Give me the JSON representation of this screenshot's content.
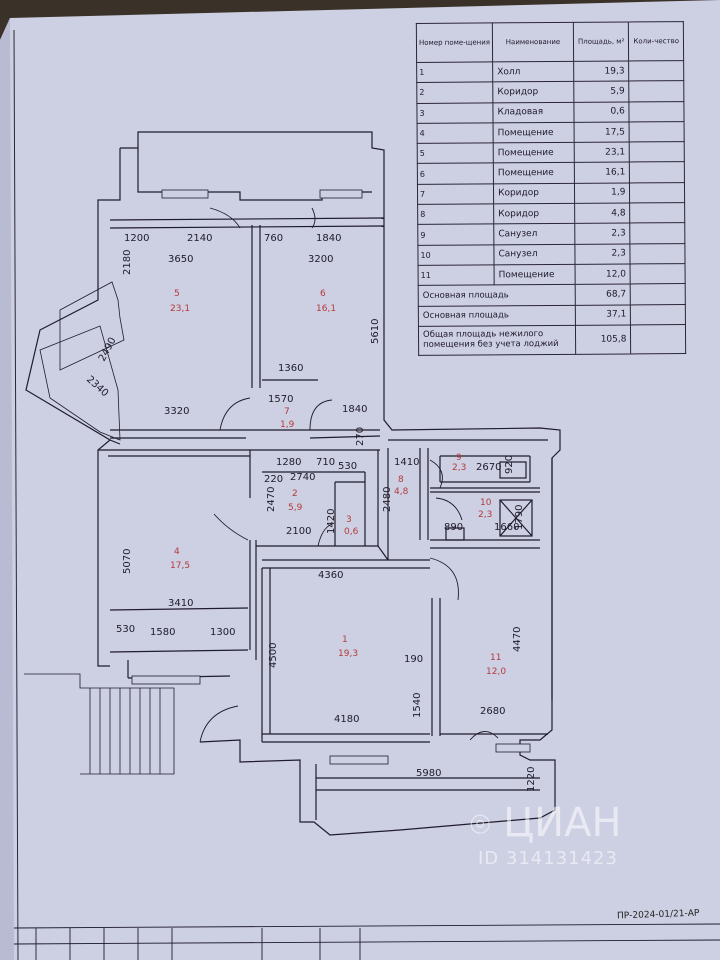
{
  "table": {
    "headers": {
      "number": "Номер поме-щения",
      "name": "Наименование",
      "area": "Площадь, м²",
      "count": "Коли-чество"
    },
    "rows": [
      {
        "num": "1",
        "name": "Холл",
        "area": "19,3"
      },
      {
        "num": "2",
        "name": "Коридор",
        "area": "5,9"
      },
      {
        "num": "3",
        "name": "Кладовая",
        "area": "0,6"
      },
      {
        "num": "4",
        "name": "Помещение",
        "area": "17,5"
      },
      {
        "num": "5",
        "name": "Помещение",
        "area": "23,1"
      },
      {
        "num": "6",
        "name": "Помещение",
        "area": "16,1"
      },
      {
        "num": "7",
        "name": "Коридор",
        "area": "1,9"
      },
      {
        "num": "8",
        "name": "Коридор",
        "area": "4,8"
      },
      {
        "num": "9",
        "name": "Санузел",
        "area": "2,3"
      },
      {
        "num": "10",
        "name": "Санузел",
        "area": "2,3"
      },
      {
        "num": "11",
        "name": "Помещение",
        "area": "12,0"
      }
    ],
    "summary": [
      {
        "label": "Основная площадь",
        "area": "68,7"
      },
      {
        "label": "Основная площадь",
        "area": "37,1"
      },
      {
        "label": "Общая площадь нежилого помещения без учета лоджий",
        "area": "105,8"
      }
    ]
  },
  "rooms": [
    {
      "num": "5",
      "area": "23,1"
    },
    {
      "num": "6",
      "area": "16,1"
    },
    {
      "num": "7",
      "area": "1,9"
    },
    {
      "num": "2",
      "area": "5,9"
    },
    {
      "num": "3",
      "area": "0,6"
    },
    {
      "num": "4",
      "area": "17,5"
    },
    {
      "num": "1",
      "area": "19,3"
    },
    {
      "num": "8",
      "area": "4,8"
    },
    {
      "num": "9",
      "area": "2,3"
    },
    {
      "num": "10",
      "area": "2,3"
    },
    {
      "num": "11",
      "area": "12,0"
    }
  ],
  "dimensions": [
    "1200",
    "2140",
    "760",
    "1840",
    "2180",
    "3650",
    "3200",
    "5610",
    "2490",
    "2340",
    "1360",
    "1570",
    "3320",
    "1840",
    "270",
    "1280",
    "710",
    "220",
    "2740",
    "530",
    "1410",
    "2670",
    "920",
    "2470",
    "2480",
    "2100",
    "1420",
    "1790",
    "890",
    "1660",
    "5070",
    "4360",
    "530",
    "3410",
    "1580",
    "1300",
    "4500",
    "4470",
    "190",
    "1540",
    "4180",
    "2680",
    "5980",
    "1220"
  ],
  "watermark": {
    "brand": "ЦИАН",
    "id": "ID 314131423"
  },
  "document_code": "ПР-2024-01/21-АР",
  "colors": {
    "paper": "#cfd0e4",
    "ink": "#1e1c2a",
    "room_label": "#b53b3b",
    "background": "#3a3228"
  }
}
